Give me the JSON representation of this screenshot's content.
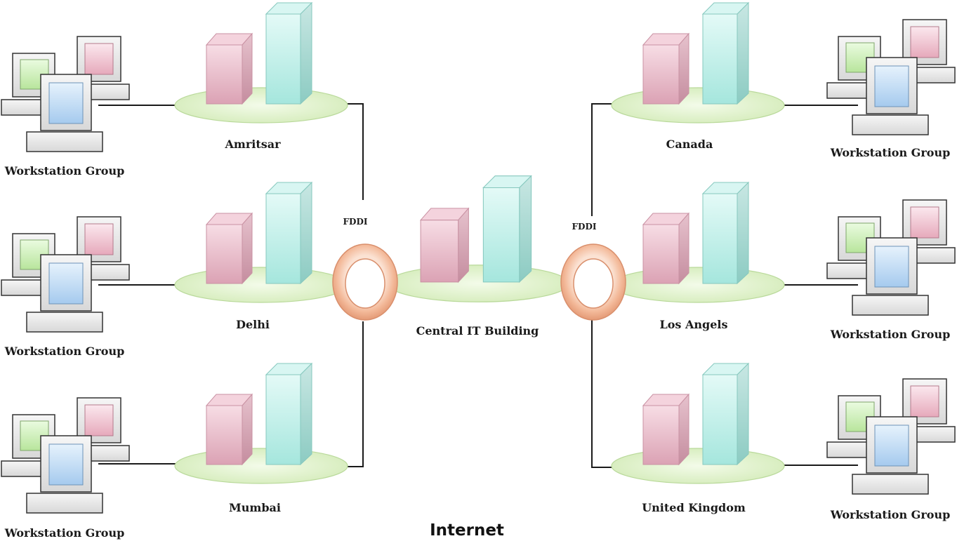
{
  "title": "Internet",
  "central": {
    "label": "Central IT Building"
  },
  "rings": [
    {
      "id": "left",
      "label": "FDDI"
    },
    {
      "id": "right",
      "label": "FDDI"
    }
  ],
  "sites": [
    {
      "id": "amritsar",
      "label": "Amritsar"
    },
    {
      "id": "delhi",
      "label": "Delhi"
    },
    {
      "id": "mumbai",
      "label": "Mumbai"
    },
    {
      "id": "canada",
      "label": "Canada"
    },
    {
      "id": "losangels",
      "label": "Los Angels"
    },
    {
      "id": "uk",
      "label": "United Kingdom"
    }
  ],
  "workstations": [
    {
      "id": "ws-left-1",
      "label": "Workstation Group"
    },
    {
      "id": "ws-left-2",
      "label": "Workstation Group"
    },
    {
      "id": "ws-left-3",
      "label": "Workstation Group"
    },
    {
      "id": "ws-right-1",
      "label": "Workstation Group"
    },
    {
      "id": "ws-right-2",
      "label": "Workstation Group"
    },
    {
      "id": "ws-right-3",
      "label": "Workstation Group"
    }
  ],
  "colors": {
    "pink_front": "#e7b5c4",
    "cyan_front": "#bdeee8",
    "ellipse": "#dcefc6",
    "ring": "#f2b696",
    "screen_green": "#c9eeb0",
    "screen_pink": "#eeb9c8",
    "screen_blue": "#b5d6f2"
  }
}
